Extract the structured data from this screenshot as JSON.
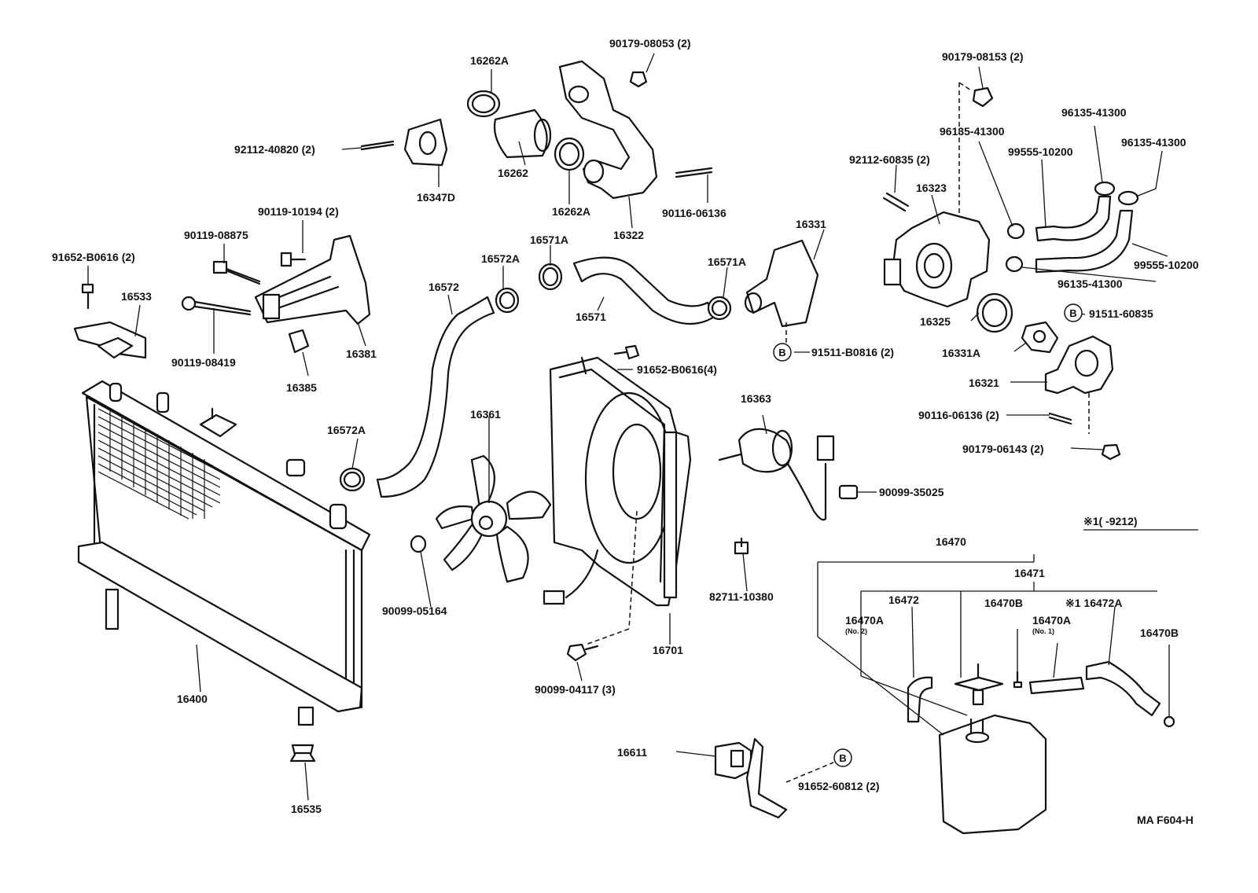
{
  "labels": {
    "p16262A_top": "16262A",
    "p16262": "16262",
    "p16262A_bot": "16262A",
    "p16322": "16322",
    "p90179_08053": "90179-08053 (2)",
    "p90116_06136_top": "90116-06136",
    "p92112_40820": "92112-40820 (2)",
    "p16347D": "16347D",
    "p90119_10194": "90119-10194 (2)",
    "p90119_08875": "90119-08875",
    "p91652_B0616_left": "91652-B0616 (2)",
    "p16533": "16533",
    "p90119_08419": "90119-08419",
    "p16381": "16381",
    "p16385": "16385",
    "p16572A_top": "16572A",
    "p16571A_left": "16571A",
    "p16572": "16572",
    "p16571": "16571",
    "p16571A_right": "16571A",
    "p16331": "16331",
    "p91511_B0816": "91511-B0816 (2)",
    "p91652_B0616_mid": "91652-B0616(4)",
    "p16572A_bot": "16572A",
    "p16361": "16361",
    "p16363": "16363",
    "p90099_35025": "90099-35025",
    "p90099_05164": "90099-05164",
    "p82711_10380": "82711-10380",
    "p16701": "16701",
    "p90099_04117": "90099-04117 (3)",
    "p16400": "16400",
    "p16535": "16535",
    "p16611": "16611",
    "p91652_60812": "91652-60812 (2)",
    "p90179_08153": "90179-08153 (2)",
    "p92112_60835": "92112-60835 (2)",
    "p16323": "16323",
    "p96135_41300_a": "96135-41300",
    "p96135_41300_b": "96135-41300",
    "p96135_41300_c": "96135-41300",
    "p96135_41300_d": "96135-41300",
    "p99555_10200_a": "99555-10200",
    "p99555_10200_b": "99555-10200",
    "p91511_60835": "91511-60835",
    "p16325": "16325",
    "p16331A": "16331A",
    "p16321": "16321",
    "p90116_06136_right": "90116-06136 (2)",
    "p90179_06143": "90179-06143 (2)",
    "note_range": "※1(        -9212)",
    "p16470": "16470",
    "p16471": "16471",
    "p16472": "16472",
    "p16470B_a": "16470B",
    "p16472A": "※1 16472A",
    "p16470A_no2": "16470A",
    "no2": "(No. 2)",
    "p16470A_no1": "16470A",
    "no1": "(No. 1)",
    "p16470B_b": "16470B",
    "code": "MA F604-H",
    "b_marker": "B"
  }
}
